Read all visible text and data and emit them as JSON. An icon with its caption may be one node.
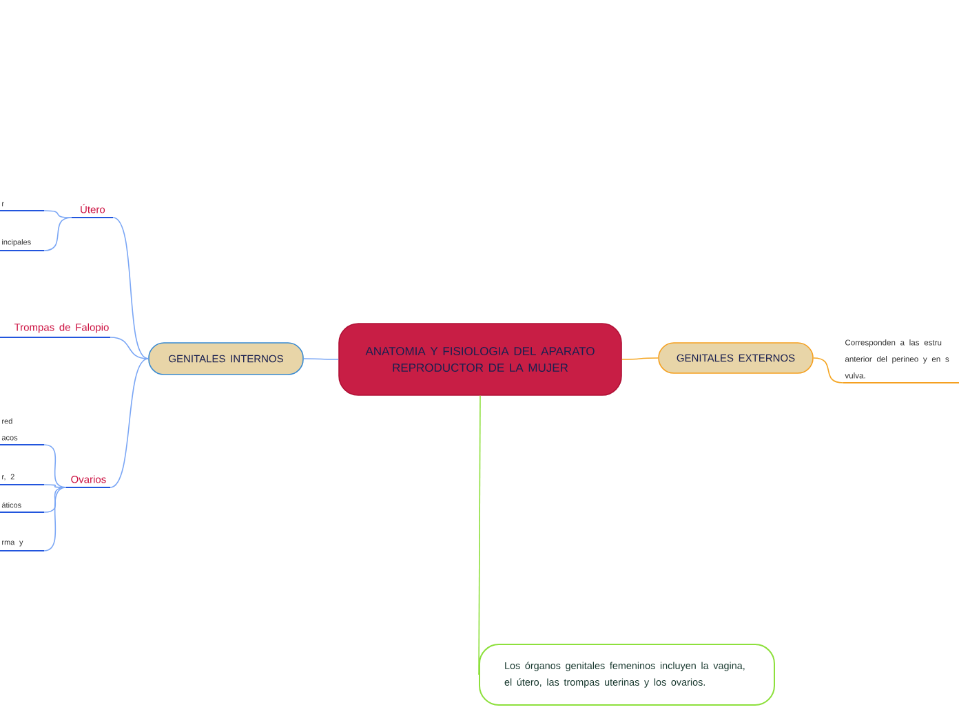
{
  "diagram": {
    "nodes": [
      {
        "text": [
          "ANATOMIA Y FISIOLOGIA DEL APARATO REPRODUCTOR DE LA MUJER"
        ]
      },
      {
        "text": [
          "GENITALES INTERNOS"
        ]
      },
      {
        "text": [
          "GENITALES EXTERNOS"
        ]
      },
      {
        "text": [
          "Útero"
        ]
      },
      {
        "text": [
          "Trompas de Falopio"
        ]
      },
      {
        "text": [
          "Ovarios"
        ]
      },
      {
        "text": [
          "r"
        ]
      },
      {
        "text": [
          "incipales"
        ]
      },
      {
        "text": [
          "red acos"
        ]
      },
      {
        "text": [
          "r, 2"
        ]
      },
      {
        "text": [
          "áticos"
        ]
      },
      {
        "text": [
          "rma y"
        ]
      },
      {
        "text": [
          "Corresponden a las estru anterior del perineo y en s vulva."
        ]
      },
      {
        "text": [
          "Los órganos genitales femeninos incluyen la vagina, el útero, las trompas uterinas y los ovarios."
        ]
      }
    ],
    "edges": [
      {
        "from": 0,
        "to": 1,
        "arrow": "none"
      },
      {
        "from": 0,
        "to": 2,
        "arrow": "none",
        "color": "#f5a623"
      },
      {
        "from": 0,
        "to": 13,
        "arrow": "none",
        "color": "#8de03c"
      },
      {
        "from": 1,
        "to": 3,
        "arrow": "none"
      },
      {
        "from": 1,
        "to": 4,
        "arrow": "none"
      },
      {
        "from": 1,
        "to": 5,
        "arrow": "none"
      },
      {
        "from": 3,
        "to": 6,
        "arrow": "none"
      },
      {
        "from": 3,
        "to": 7,
        "arrow": "none"
      },
      {
        "from": 5,
        "to": 8,
        "arrow": "none"
      },
      {
        "from": 5,
        "to": 9,
        "arrow": "none"
      },
      {
        "from": 5,
        "to": 10,
        "arrow": "none"
      },
      {
        "from": 5,
        "to": 11,
        "arrow": "none"
      },
      {
        "from": 2,
        "to": 12,
        "arrow": "none",
        "color": "#f5a623"
      }
    ]
  }
}
